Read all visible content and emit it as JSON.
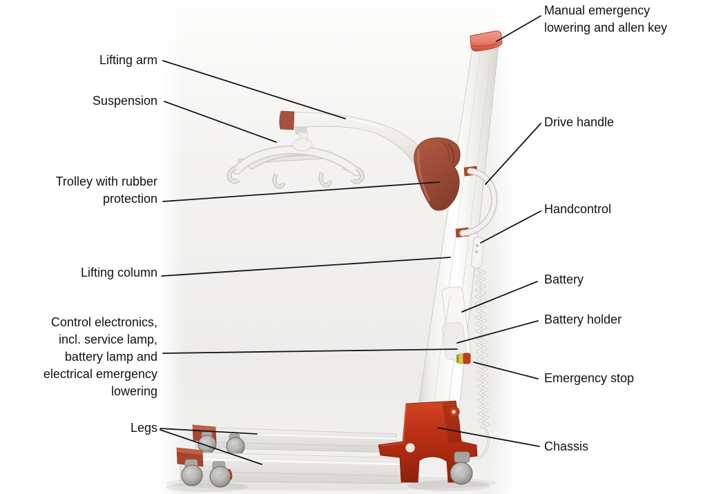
{
  "figure": {
    "type": "labeled-diagram",
    "subject": "Mobile patient floor lift, side view, with part callouts",
    "colors": {
      "page_background": "#ffffff",
      "photo_backdrop": "#efeeec",
      "chassis_red": "#bf3118",
      "trolley_rubber_red": "#a9543e",
      "column_cap_salmon": "#e8826f",
      "metal_light": "#f2f1ef",
      "metal_shadow": "#d5d3cf",
      "wheel_gray": "#a5a4a0",
      "leader_line": "#141414",
      "label_text": "#111111"
    }
  },
  "labels": {
    "manual_emergency": {
      "text": "Manual emergency\nlowering and allen key"
    },
    "lifting_arm": {
      "text": "Lifting arm"
    },
    "suspension": {
      "text": "Suspension"
    },
    "trolley": {
      "text": "Trolley with rubber\nprotection"
    },
    "lifting_column": {
      "text": "Lifting column"
    },
    "control_electronics": {
      "text": "Control electronics,\nincl. service lamp,\nbattery lamp and\nelectrical emergency\nlowering"
    },
    "legs": {
      "text": "Legs"
    },
    "drive_handle": {
      "text": "Drive handle"
    },
    "handcontrol": {
      "text": "Handcontrol"
    },
    "battery": {
      "text": "Battery"
    },
    "battery_holder": {
      "text": "Battery holder"
    },
    "emergency_stop": {
      "text": "Emergency stop"
    },
    "chassis": {
      "text": "Chassis"
    }
  }
}
